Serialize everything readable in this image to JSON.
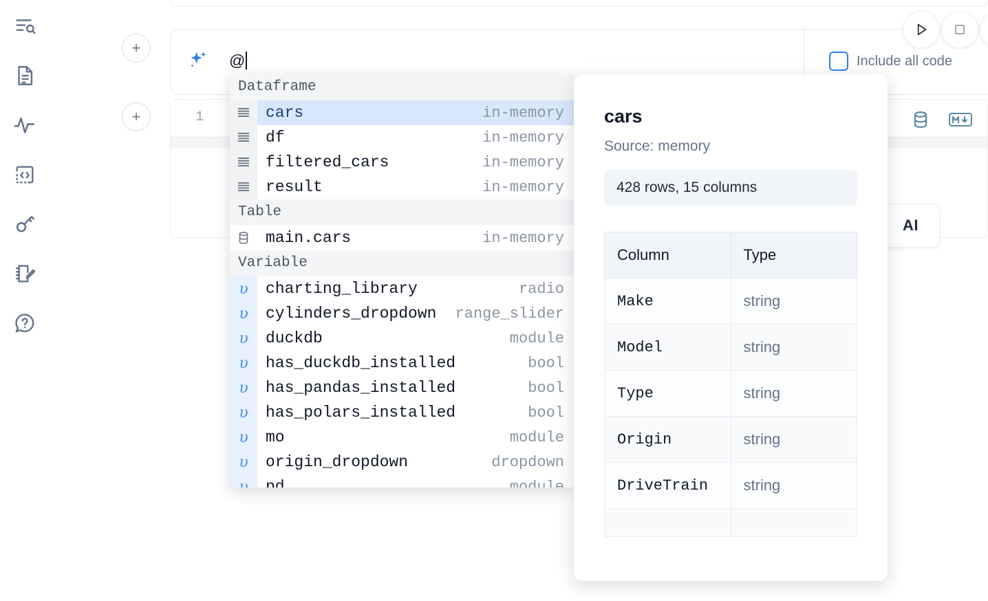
{
  "rail": {
    "items": [
      {
        "name": "explore-files-icon",
        "label": "Explore files"
      },
      {
        "name": "document-icon",
        "label": "Notebook"
      },
      {
        "name": "activity-icon",
        "label": "Run / activity"
      },
      {
        "name": "code-snippet-icon",
        "label": "Snippets"
      },
      {
        "name": "key-icon",
        "label": "Secrets"
      },
      {
        "name": "scratchpad-icon",
        "label": "Scratchpad"
      },
      {
        "name": "help-icon",
        "label": "Help"
      }
    ]
  },
  "prompt": {
    "add_label": "+",
    "input_value": "@",
    "include_all_code_label": "Include all code",
    "include_all_code_checked": false,
    "run_label": "Run",
    "stop_label": "Stop"
  },
  "cell": {
    "line_number": "1",
    "database_icon": "database-icon",
    "markdown_icon": "markdown-icon",
    "ai_chip_label": "AI"
  },
  "completions": {
    "groups": [
      {
        "label": "Dataframe",
        "icon": "dataframe-icon",
        "gutter_style": "df",
        "items": [
          {
            "name": "cars",
            "type": "in-memory",
            "selected": true
          },
          {
            "name": "df",
            "type": "in-memory",
            "selected": false
          },
          {
            "name": "filtered_cars",
            "type": "in-memory",
            "selected": false
          },
          {
            "name": "result",
            "type": "in-memory",
            "selected": false
          }
        ]
      },
      {
        "label": "Table",
        "icon": "table-icon",
        "gutter_style": "tbl",
        "items": [
          {
            "name": "main.cars",
            "type": "in-memory",
            "selected": false
          }
        ]
      },
      {
        "label": "Variable",
        "icon": "variable-icon",
        "gutter_style": "varg",
        "items": [
          {
            "name": "charting_library",
            "type": "radio",
            "selected": false
          },
          {
            "name": "cylinders_dropdown",
            "type": "range_slider",
            "selected": false
          },
          {
            "name": "duckdb",
            "type": "module",
            "selected": false
          },
          {
            "name": "has_duckdb_installed",
            "type": "bool",
            "selected": false
          },
          {
            "name": "has_pandas_installed",
            "type": "bool",
            "selected": false
          },
          {
            "name": "has_polars_installed",
            "type": "bool",
            "selected": false
          },
          {
            "name": "mo",
            "type": "module",
            "selected": false
          },
          {
            "name": "origin_dropdown",
            "type": "dropdown",
            "selected": false
          },
          {
            "name": "pd",
            "type": "module",
            "selected": false
          }
        ]
      }
    ]
  },
  "detail": {
    "title": "cars",
    "source": "Source: memory",
    "stats": "428 rows, 15 columns",
    "table": {
      "headers": [
        "Column",
        "Type"
      ],
      "rows": [
        [
          "Make",
          "string"
        ],
        [
          "Model",
          "string"
        ],
        [
          "Type",
          "string"
        ],
        [
          "Origin",
          "string"
        ],
        [
          "DriveTrain",
          "string"
        ],
        [
          "",
          ""
        ]
      ]
    }
  },
  "colors": {
    "accent": "#2f7ef0",
    "selection": "#d8e8fb",
    "muted": "#64748b",
    "icon_teal": "#5b89a8"
  }
}
